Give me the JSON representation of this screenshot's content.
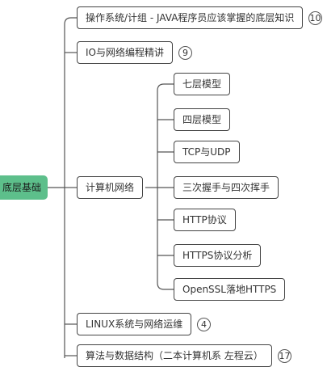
{
  "root": {
    "label": "底层基础"
  },
  "branches": [
    {
      "label": "操作系统/计组 - JAVA程序员应该掌握的底层知识",
      "count": "10"
    },
    {
      "label": "IO与网络编程精讲",
      "count": "9"
    },
    {
      "label": "计算机网络"
    },
    {
      "label": "LINUX系统与网络运维",
      "count": "4"
    },
    {
      "label": "算法与数据结构（二本计算机系 左程云）",
      "count": "17"
    }
  ],
  "network_children": [
    {
      "label": "七层模型"
    },
    {
      "label": "四层模型"
    },
    {
      "label": "TCP与UDP"
    },
    {
      "label": "三次握手与四次挥手"
    },
    {
      "label": "HTTP协议"
    },
    {
      "label": "HTTPS协议分析"
    },
    {
      "label": "OpenSSL落地HTTPS"
    }
  ],
  "colors": {
    "root_fill": "#5dbf8b",
    "line": "#555555",
    "node_border": "#444444"
  }
}
